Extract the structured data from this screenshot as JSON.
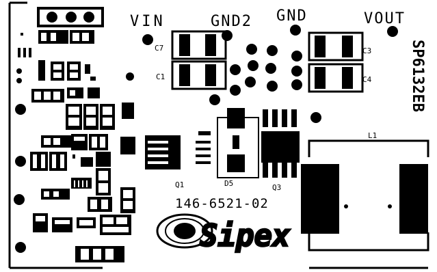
{
  "board": {
    "net_labels": {
      "vin": "VIN",
      "gnd2": "GND2",
      "gnd": "GND",
      "vout": "VOUT"
    },
    "part_number": "SP6132EB",
    "board_code": "146-6521-02",
    "logo_text": "Sipex",
    "refdes": {
      "c7": "C7",
      "c1": "C1",
      "c3": "C3",
      "c4": "C4",
      "q1": "Q1",
      "d5": "D5",
      "q3": "Q3",
      "l1": "L1"
    }
  },
  "colors": {
    "copper": "#000000",
    "background": "#ffffff"
  }
}
